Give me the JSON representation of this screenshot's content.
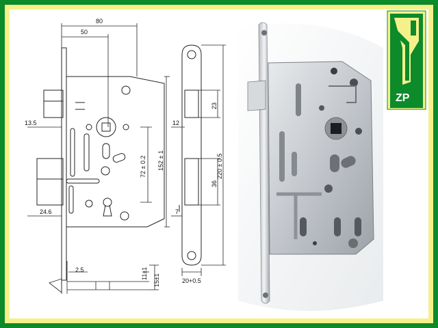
{
  "dimensions": {
    "width_80": "80",
    "backset_50": "50",
    "d_13_5": "13.5",
    "d_24_6": "24.6",
    "d_72": "72 ± 0.2",
    "d_152": "152 ± 1",
    "d_2_5": "2.5",
    "d_11": "11±1",
    "d_15": "15±1",
    "d_12": "12",
    "d_23": "23",
    "d_36": "36",
    "d_7": "7",
    "d_220": "220 ± 0.5",
    "d_20": "20+0.5"
  },
  "logo": {
    "text": "ZP",
    "icon": "zp-brand-logo"
  },
  "colors": {
    "frame_green": "#0d8a2a",
    "frame_yellow": "#f4f18a",
    "metal": "#c9cdd2"
  }
}
